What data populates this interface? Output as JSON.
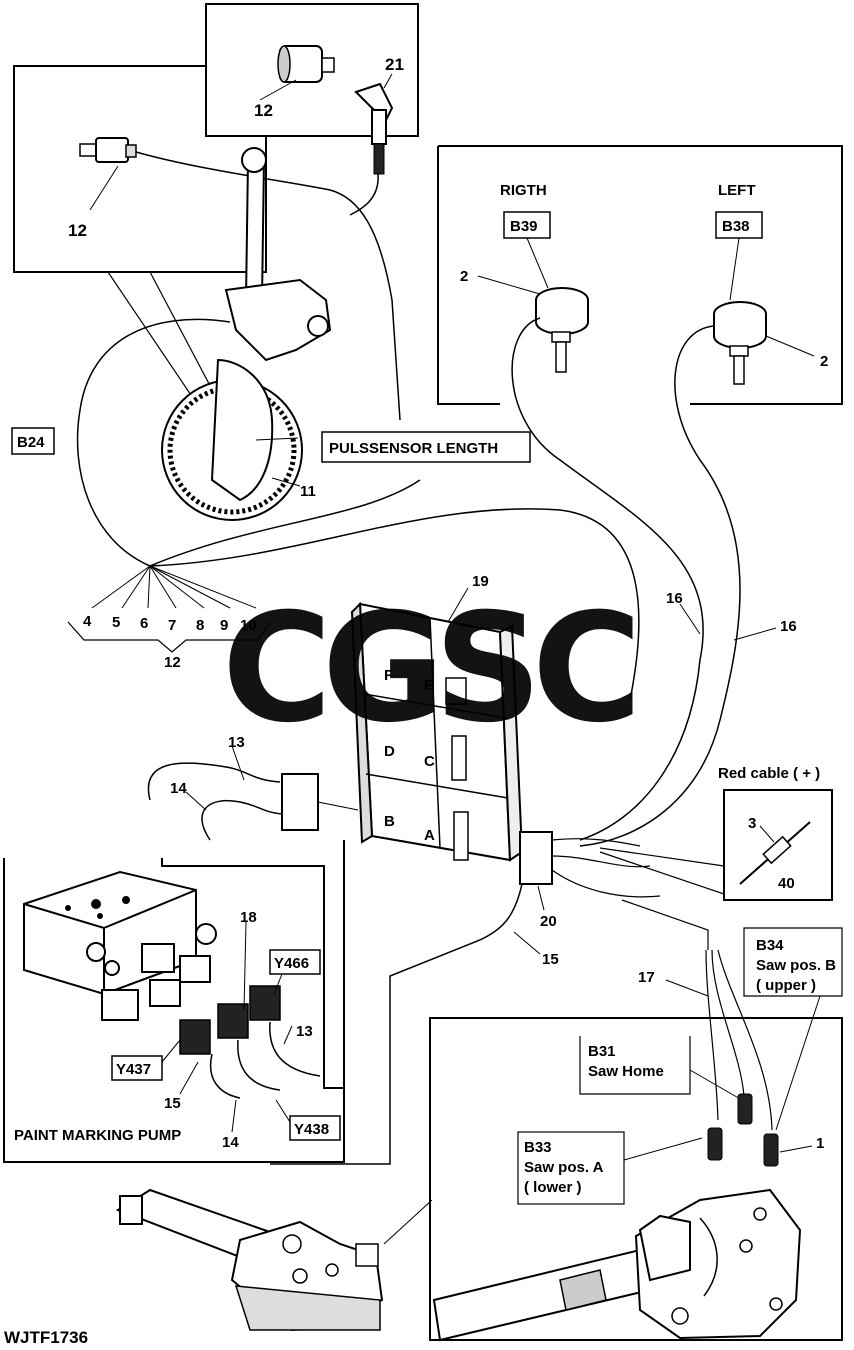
{
  "watermark": {
    "letters": [
      "C",
      "G",
      "S",
      "C"
    ],
    "colors": [
      "#4f8ff7",
      "#ef5350",
      "#f5c518",
      "#34a86a"
    ]
  },
  "top_detail": {
    "sensor_label": "12",
    "cable_label": "21"
  },
  "left_detail": {
    "sensor_label": "12"
  },
  "right_box": {
    "right_heading": "RIGTH",
    "left_heading": "LEFT",
    "right_id": "B39",
    "left_id": "B38",
    "right_callout": "2",
    "left_callout": "2"
  },
  "wheel": {
    "cable_id": "B24",
    "sensor_caption": "PULSSENSOR LENGTH",
    "wheel_callout": "11"
  },
  "wire_fan": {
    "numbers": [
      "4",
      "5",
      "6",
      "7",
      "8",
      "9",
      "10"
    ],
    "group_label": "12"
  },
  "controller": {
    "callout": "19",
    "slot_labels": [
      "F",
      "E",
      "D",
      "C",
      "B",
      "A"
    ],
    "cable_callouts": [
      "16",
      "16"
    ],
    "connector_callout": "20",
    "cable_13": "13",
    "cable_14": "14",
    "cable_15": "15"
  },
  "red_cable": {
    "title": "Red cable ( + )",
    "callout_3": "3",
    "callout_40": "40"
  },
  "pump_box": {
    "title": "PAINT MARKING PUMP",
    "callout_18": "18",
    "id_y466": "Y466",
    "id_y437": "Y437",
    "id_y438": "Y438",
    "callout_13": "13",
    "callout_15": "15",
    "callout_14": "14"
  },
  "saw": {
    "callout_17": "17",
    "b34_id": "B34",
    "b34_line1": "Saw pos. B",
    "b34_line2": "( upper )",
    "b31_id": "B31",
    "b31_line1": "Saw Home",
    "b33_id": "B33",
    "b33_line1": "Saw pos. A",
    "b33_line2": "( lower )",
    "callout_1": "1"
  },
  "figure_code": "WJTF1736"
}
